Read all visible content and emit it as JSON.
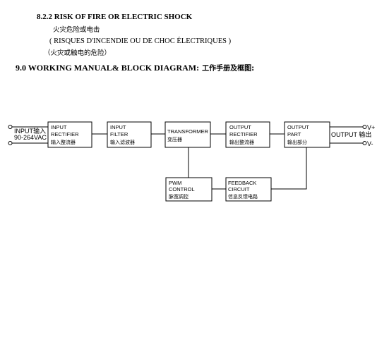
{
  "header": {
    "section_title": "8.2.2 RISK OF FIRE OR ELECTRIC SHOCK",
    "section_title_cn": "火灾危险或电击",
    "section_title_fr": "( RISQUES D'INCENDIE OU DE CHOC ÉLECTRIQUES )",
    "section_title_cn2": "（火灾或触电的危险）",
    "manual_title": "9.0 WORKING MANUAL& BLOCK DIAGRAM:",
    "manual_title_cn": "工作手册及框图:"
  },
  "diagram": {
    "input_label": "INPUT输入",
    "input_range": "90-264VAC",
    "output_label": "OUTPUT 输出",
    "v_plus": "V+",
    "v_minus": "V-",
    "blocks": {
      "input_rectifier": {
        "line1": "INPUT",
        "line2": "RECTIFIER",
        "cn": "输入整流器"
      },
      "input_filter": {
        "line1": "INPUT",
        "line2": "FILTER",
        "cn": "输入滤波器"
      },
      "transformer": {
        "line1": "TRANSFORMER",
        "cn": "变压器"
      },
      "output_rectifier": {
        "line1": "OUTPUT",
        "line2": "RECTIFIER",
        "cn": "输出整流器"
      },
      "output_part": {
        "line1": "OUTPUT",
        "line2": "PART",
        "cn": "输出部分"
      },
      "pwm_control": {
        "line1": "PWM",
        "line2": "CONTROL",
        "cn": "脉宽调控"
      },
      "feedback_circuit": {
        "line1": "FEEDBACK",
        "line2": "CIRCUIT",
        "cn": "信息反馈电路"
      }
    }
  }
}
